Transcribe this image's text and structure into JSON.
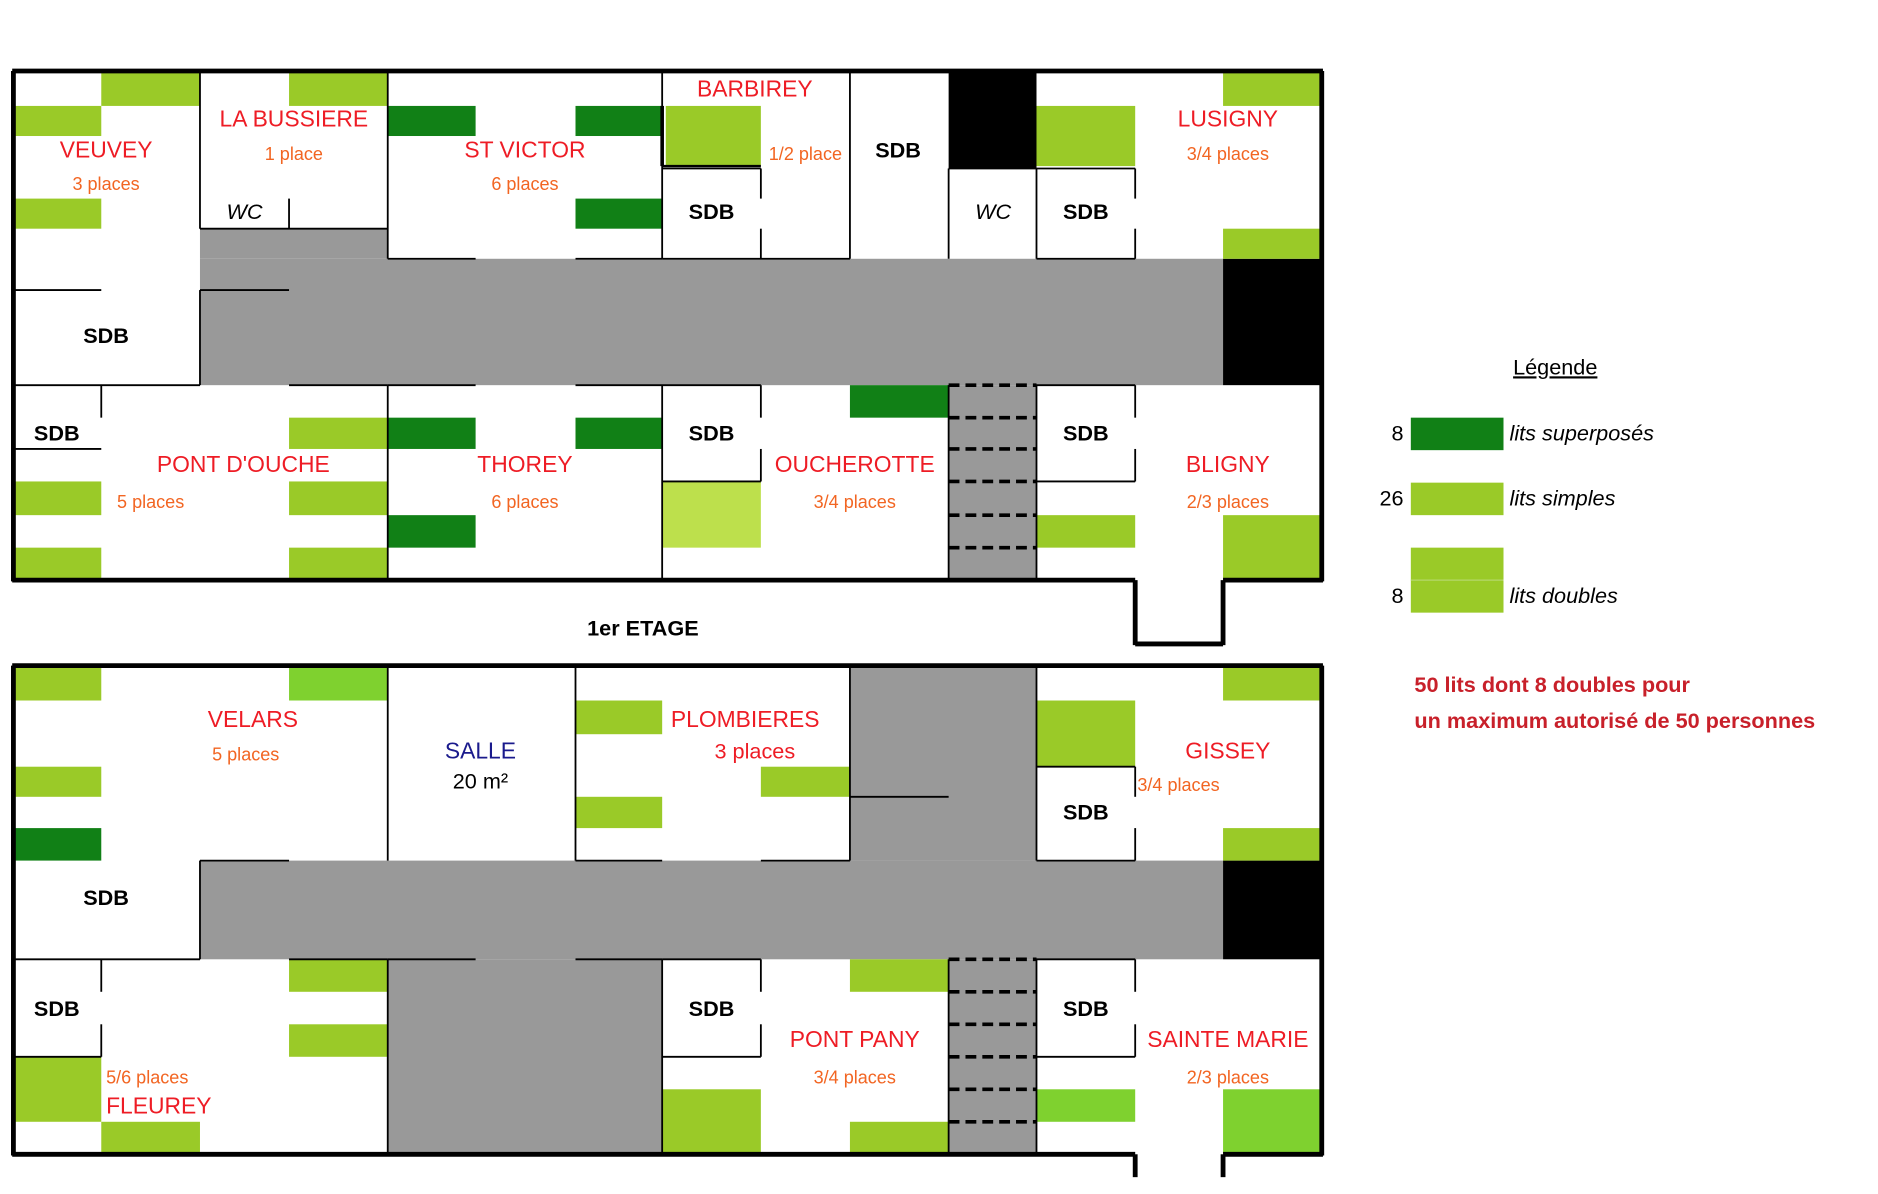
{
  "colors": {
    "bunk": "#118016",
    "single": "#9aca28",
    "single_alt": "#7fd12f",
    "double_alt": "#bde04c",
    "corridor": "#999999",
    "room_name": "#ee1c25",
    "places": "#f26522",
    "summary": "#c8202a"
  },
  "floor1": {
    "label": "1er ETAGE",
    "rooms": {
      "veuvey": {
        "name": "VEUVEY",
        "places": "3 places"
      },
      "la_bussiere": {
        "name": "LA BUSSIERE",
        "places": "1 place"
      },
      "st_victor": {
        "name": "ST VICTOR",
        "places": "6 places"
      },
      "barbirey": {
        "name": "BARBIREY",
        "places": "1/2 place"
      },
      "lusigny": {
        "name": "LUSIGNY",
        "places": "3/4 places"
      },
      "pont_douche": {
        "name": "PONT D'OUCHE",
        "places": "5 places"
      },
      "thorey": {
        "name": "THOREY",
        "places": "6 places"
      },
      "oucherotte": {
        "name": "OUCHEROTTE",
        "places": "3/4 places"
      },
      "bligny": {
        "name": "BLIGNY",
        "places": "2/3 places"
      }
    },
    "sdb": "SDB",
    "wc": "WC"
  },
  "floor0": {
    "rooms": {
      "velars": {
        "name": "VELARS",
        "places": "5 places"
      },
      "plombieres": {
        "name": "PLOMBIERES",
        "places": "3 places"
      },
      "gissey": {
        "name": "GISSEY",
        "places": "3/4 places"
      },
      "fleurey": {
        "name": "FLEUREY",
        "places": "5/6 places"
      },
      "pont_pany": {
        "name": "PONT PANY",
        "places": "3/4 places"
      },
      "sainte_marie": {
        "name": "SAINTE MARIE",
        "places": "2/3 places"
      }
    },
    "salle": {
      "name": "SALLE",
      "area": "20 m²"
    },
    "sdb": "SDB"
  },
  "legend": {
    "title": "Légende",
    "items": [
      {
        "count": "8",
        "label": "lits superposés"
      },
      {
        "count": "26",
        "label": "lits simples"
      },
      {
        "count": "8",
        "label": "lits doubles"
      }
    ]
  },
  "summary": {
    "line1": "50 lits dont 8 doubles pour",
    "line2": "un maximum autorisé de 50 personnes"
  }
}
